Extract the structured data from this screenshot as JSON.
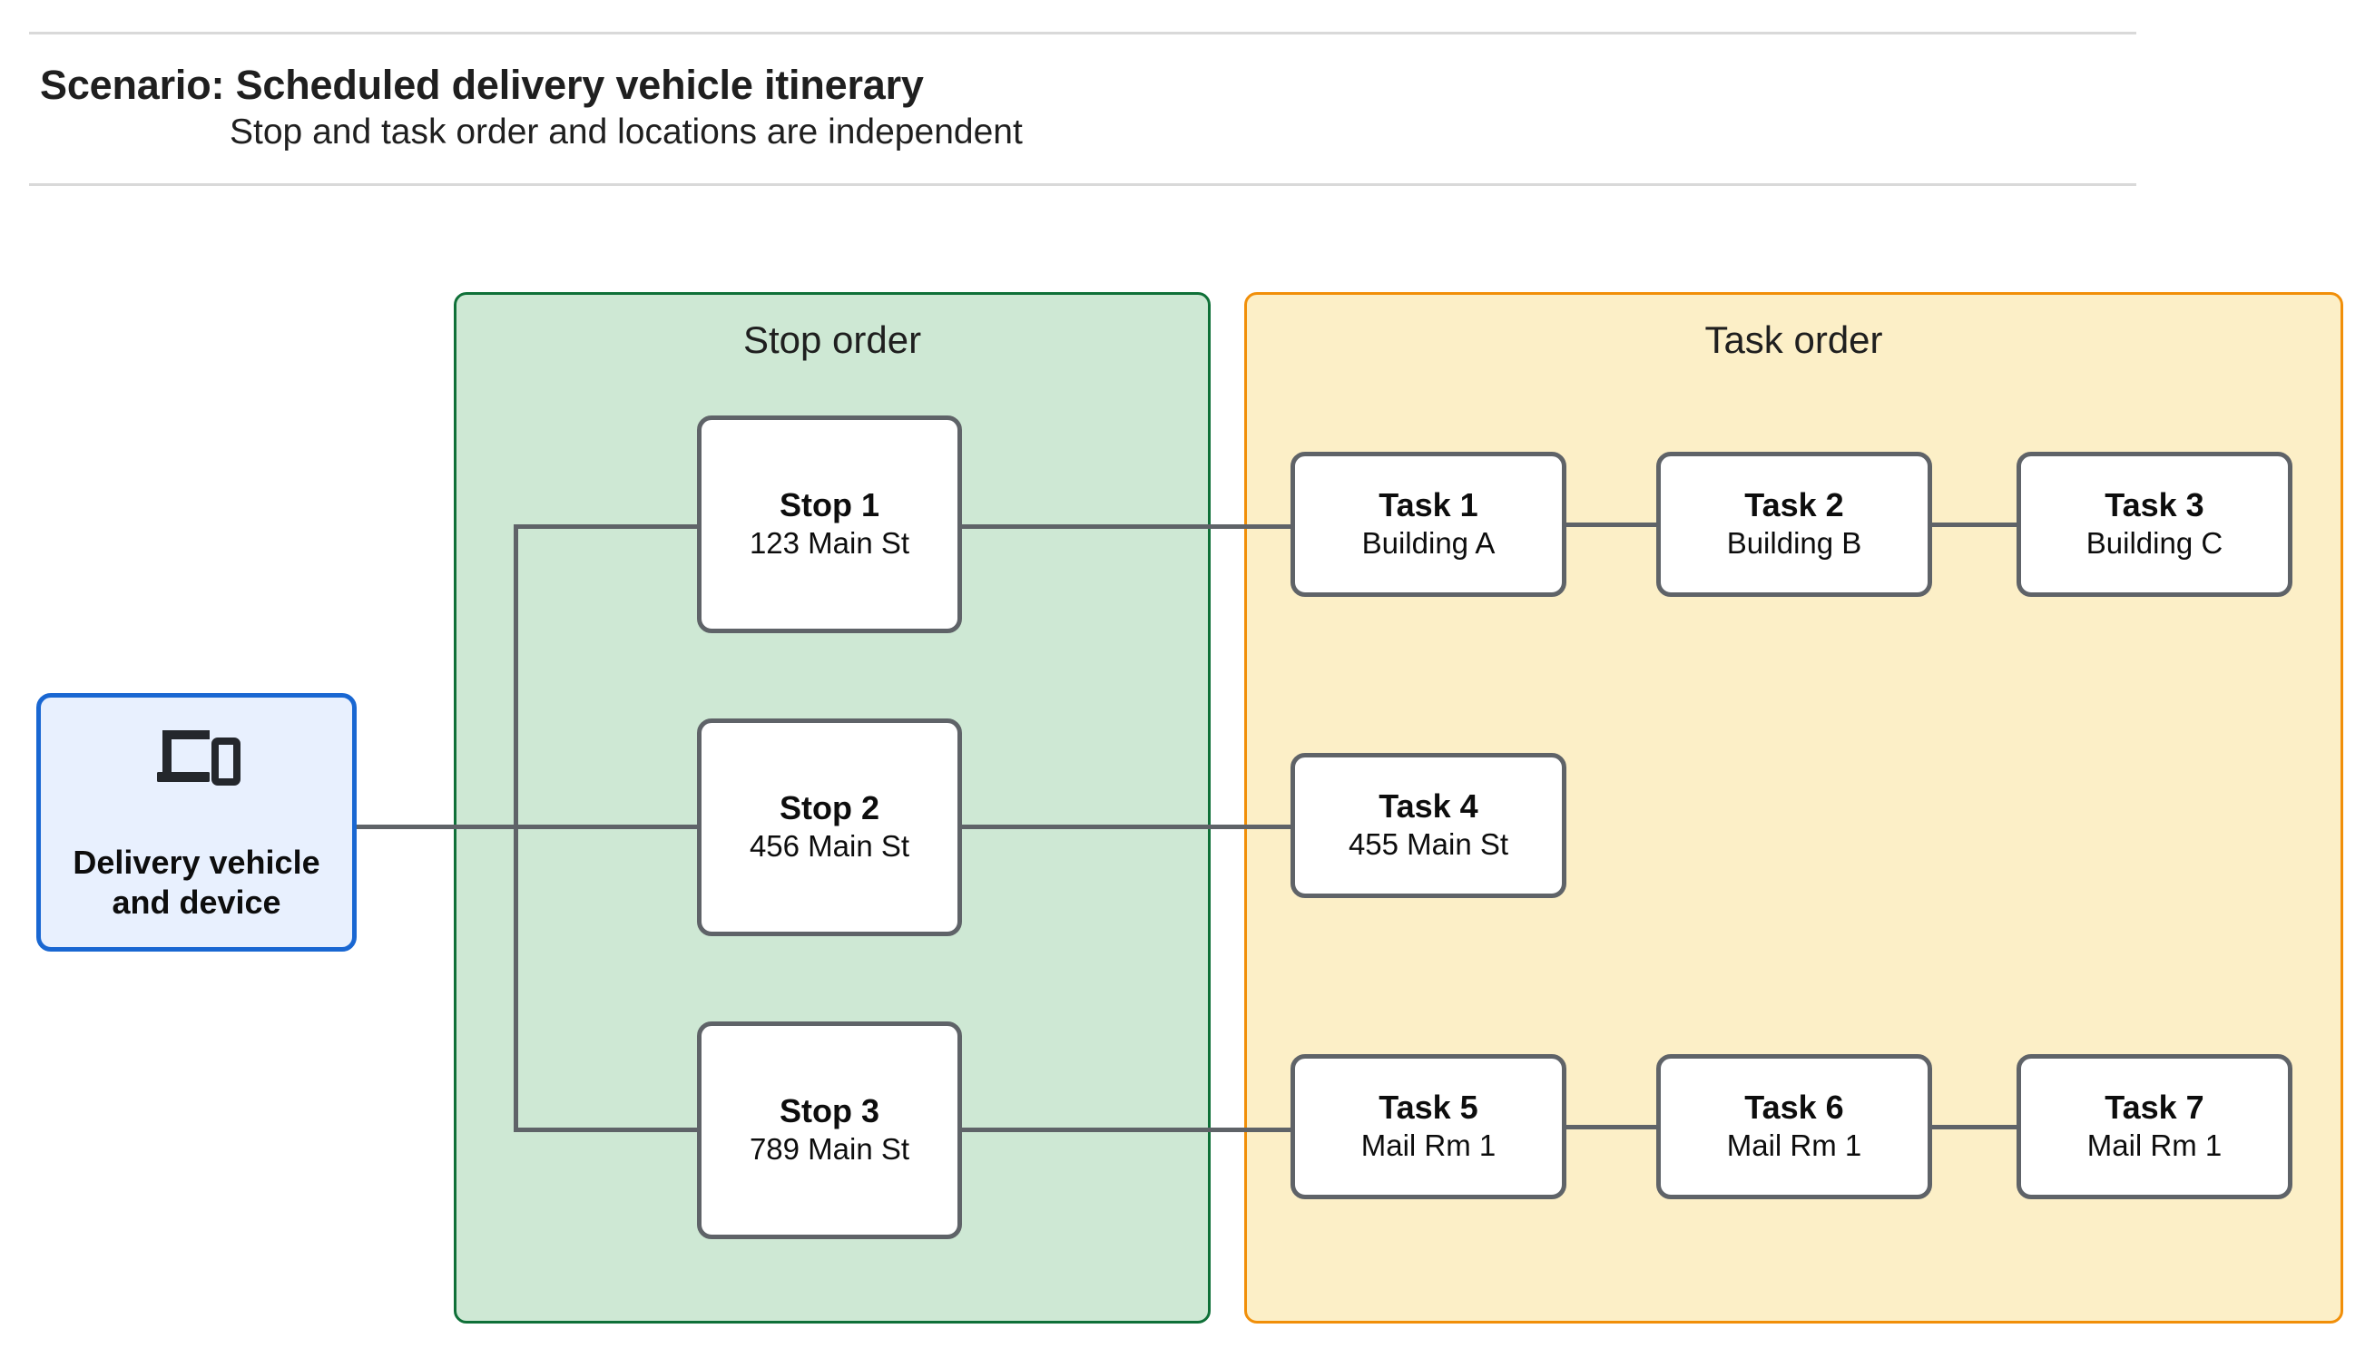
{
  "header": {
    "title": "Scenario: Scheduled delivery vehicle itinerary",
    "subtitle": "Stop and task order and locations are independent"
  },
  "device": {
    "icon": "devices-icon",
    "label": "Delivery vehicle\nand device",
    "fill_color": "#e8f0fe",
    "border_color": "#1967d2"
  },
  "groups": {
    "stop": {
      "title": "Stop order",
      "fill_color": "#cee8d4",
      "border_color": "#0f7038"
    },
    "task": {
      "title": "Task order",
      "fill_color": "#fcefc7",
      "border_color": "#f18f09"
    }
  },
  "stops": [
    {
      "title": "Stop 1",
      "address": "123 Main St"
    },
    {
      "title": "Stop 2",
      "address": "456 Main St"
    },
    {
      "title": "Stop 3",
      "address": "789 Main St"
    }
  ],
  "tasks": [
    {
      "title": "Task 1",
      "location": "Building A"
    },
    {
      "title": "Task 2",
      "location": "Building B"
    },
    {
      "title": "Task 3",
      "location": "Building C"
    },
    {
      "title": "Task 4",
      "location": "455 Main St"
    },
    {
      "title": "Task 5",
      "location": "Mail Rm 1"
    },
    {
      "title": "Task 6",
      "location": "Mail Rm 1"
    },
    {
      "title": "Task 7",
      "location": "Mail Rm 1"
    }
  ],
  "colors": {
    "connector": "#5f6368",
    "node_border": "#5f6368",
    "node_fill": "#ffffff",
    "rule": "#d9d9d9",
    "text": "#1f1f1f"
  }
}
